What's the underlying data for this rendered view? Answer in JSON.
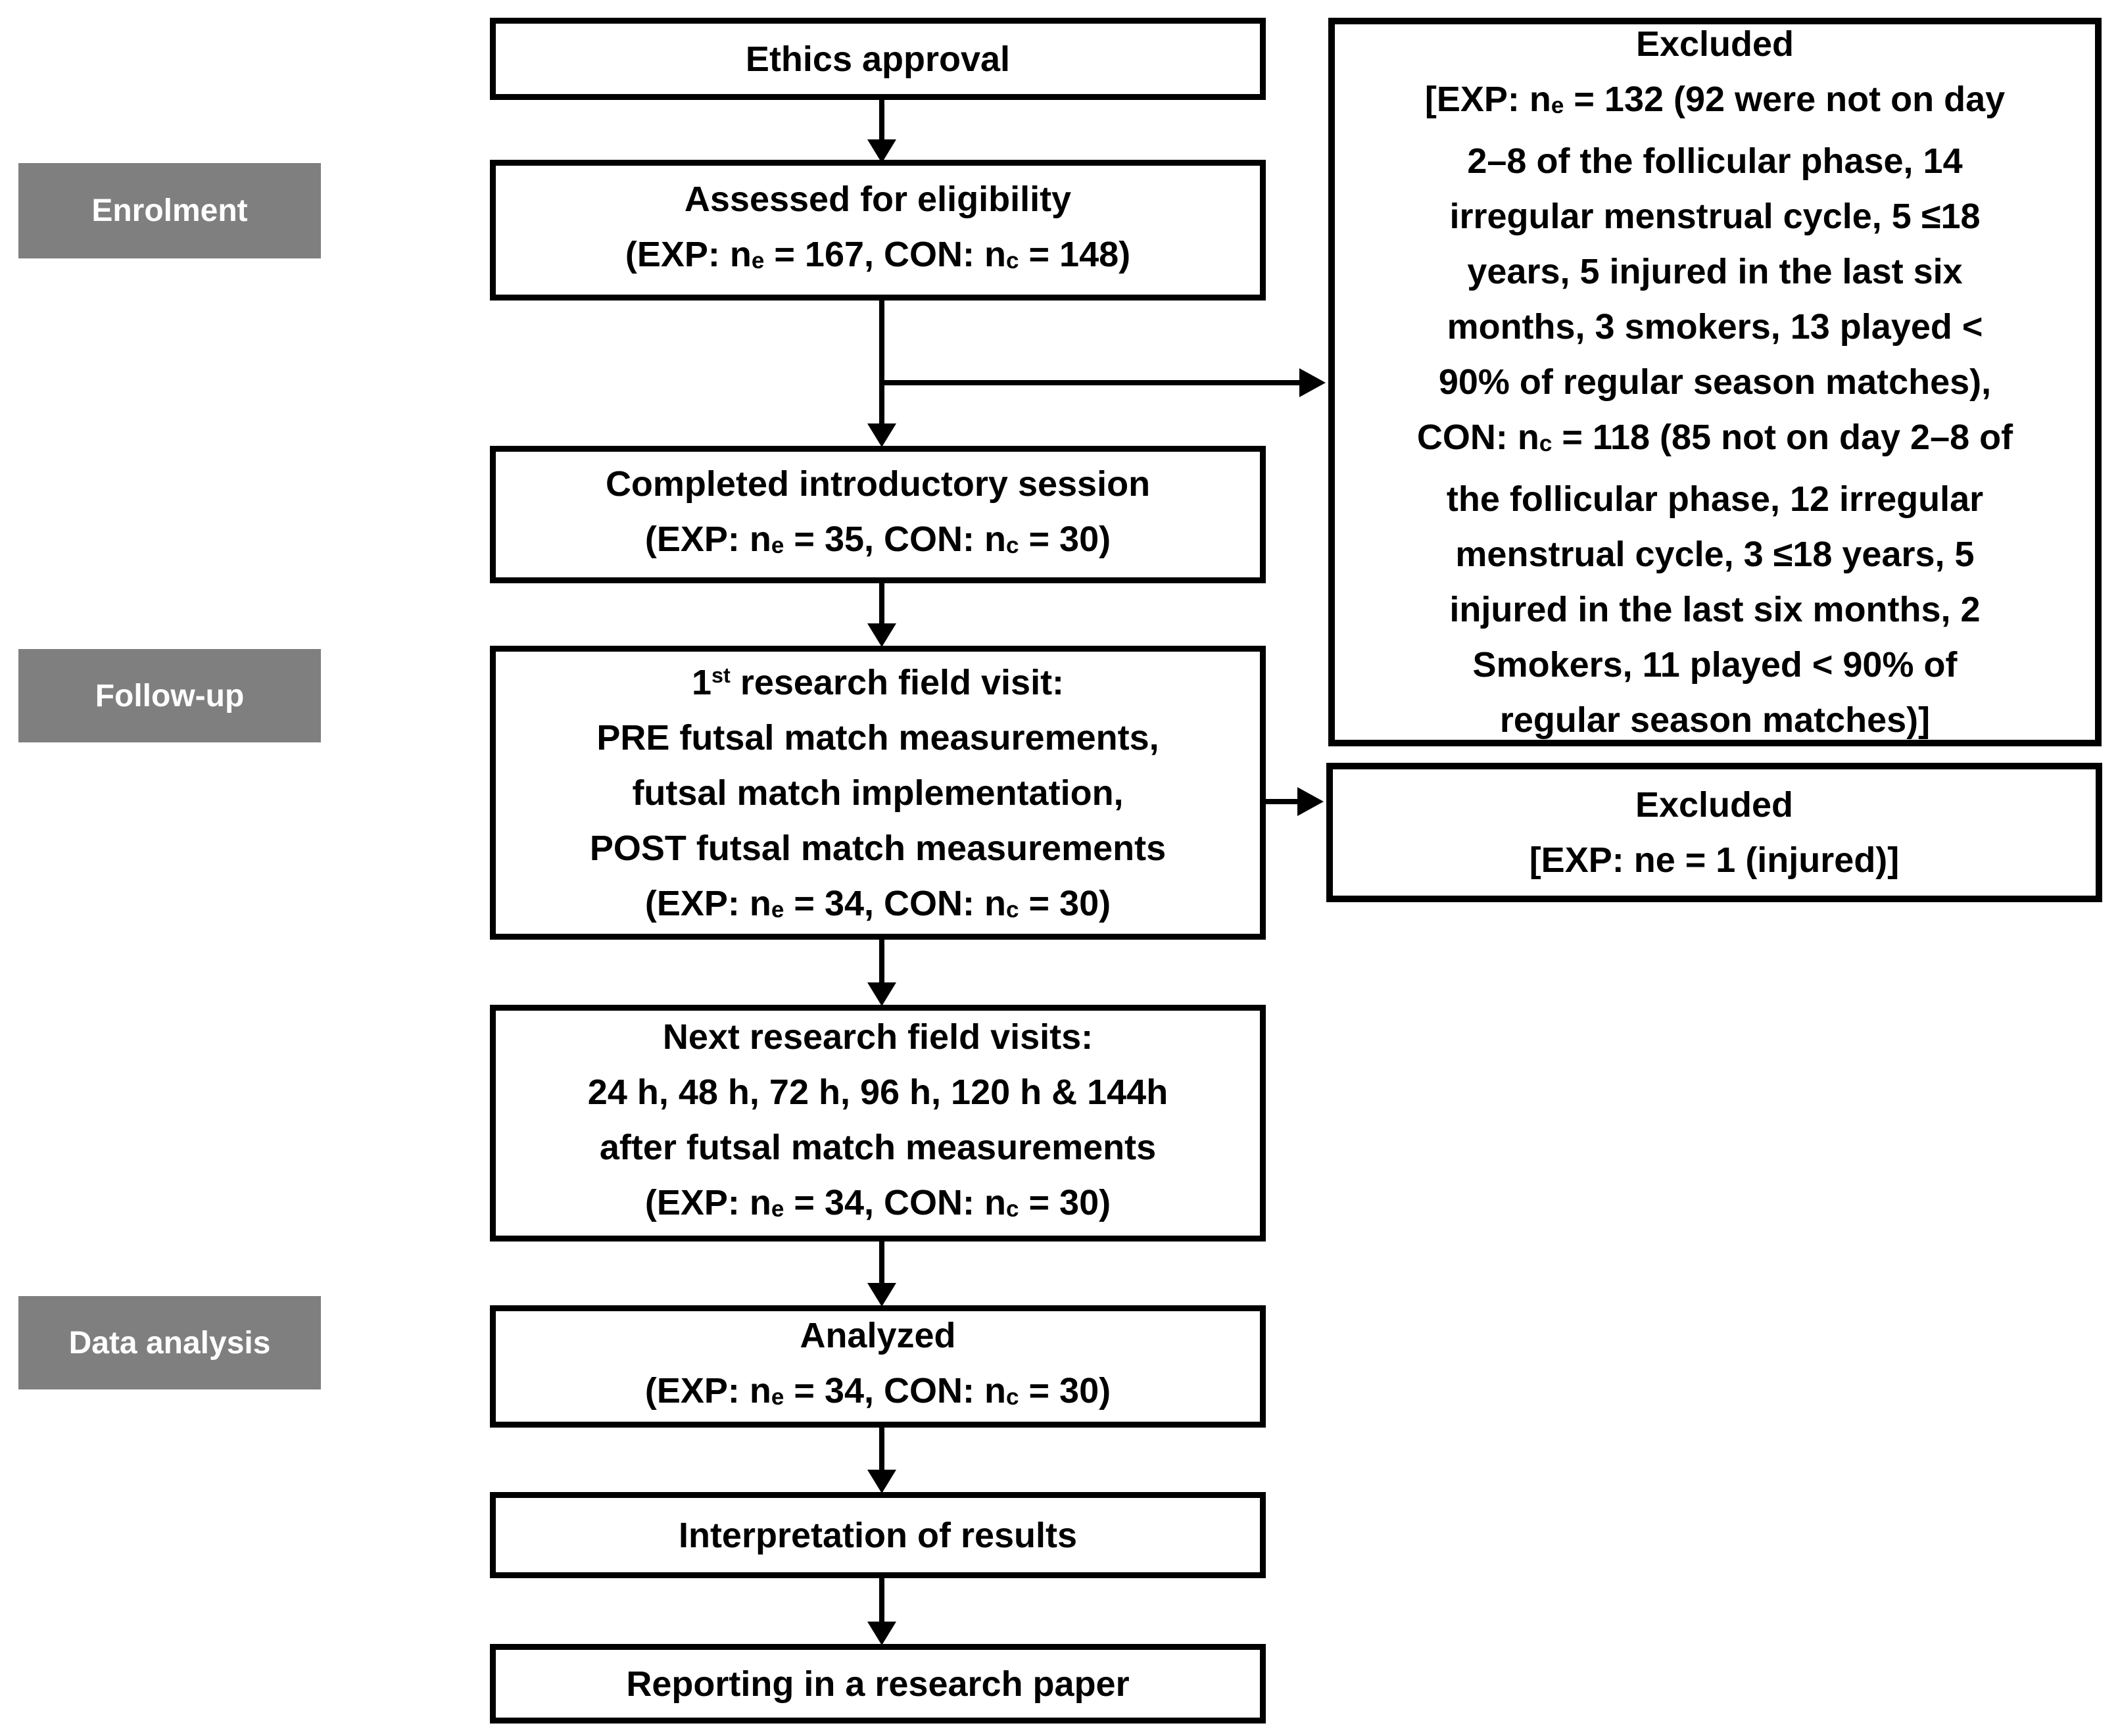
{
  "figure": {
    "type": "participant-flow-diagram"
  },
  "colors": {
    "stage_background": "#7f7f7f",
    "stage_text": "#ffffff",
    "box_background": "#ffffff",
    "box_border": "#000000",
    "text": "#000000"
  },
  "stages": {
    "enrolment": "Enrolment",
    "follow_up": "Follow-up",
    "data_analysis": "Data analysis"
  },
  "boxes": {
    "ethics": {
      "lines": [
        [
          {
            "t": "Ethics approval"
          }
        ]
      ]
    },
    "assessed": {
      "lines": [
        [
          {
            "t": "Assessed for eligibility"
          }
        ],
        [
          {
            "t": "(EXP: n"
          },
          {
            "t": "e",
            "s": "sub"
          },
          {
            "t": " = 167, CON: n"
          },
          {
            "t": "c",
            "s": "sub"
          },
          {
            "t": " = 148)"
          }
        ]
      ]
    },
    "completed": {
      "lines": [
        [
          {
            "t": "Completed introductory session"
          }
        ],
        [
          {
            "t": "(EXP: n"
          },
          {
            "t": "e",
            "s": "sub"
          },
          {
            "t": " = 35, CON: n"
          },
          {
            "t": "c",
            "s": "sub"
          },
          {
            "t": " = 30)"
          }
        ]
      ]
    },
    "first_visit": {
      "lines": [
        [
          {
            "t": "1"
          },
          {
            "t": "st",
            "s": "sup"
          },
          {
            "t": " research field visit:"
          }
        ],
        [
          {
            "t": "PRE futsal match measurements,"
          }
        ],
        [
          {
            "t": "futsal match implementation,"
          }
        ],
        [
          {
            "t": "POST futsal match measurements"
          }
        ],
        [
          {
            "t": "(EXP: n"
          },
          {
            "t": "e",
            "s": "sub"
          },
          {
            "t": " = 34, CON: n"
          },
          {
            "t": "c",
            "s": "sub"
          },
          {
            "t": " = 30)"
          }
        ]
      ]
    },
    "next_visits": {
      "lines": [
        [
          {
            "t": "Next research field visits:"
          }
        ],
        [
          {
            "t": "24 h, 48 h, 72 h, 96 h, 120 h & 144h"
          }
        ],
        [
          {
            "t": "after futsal match measurements"
          }
        ],
        [
          {
            "t": "(EXP: n"
          },
          {
            "t": "e",
            "s": "sub"
          },
          {
            "t": " = 34, CON: n"
          },
          {
            "t": "c",
            "s": "sub"
          },
          {
            "t": " = 30)"
          }
        ]
      ]
    },
    "analyzed": {
      "lines": [
        [
          {
            "t": "Analyzed"
          }
        ],
        [
          {
            "t": "(EXP: n"
          },
          {
            "t": "e",
            "s": "sub"
          },
          {
            "t": " = 34, CON: n"
          },
          {
            "t": "c",
            "s": "sub"
          },
          {
            "t": " = 30)"
          }
        ]
      ]
    },
    "interpretation": {
      "lines": [
        [
          {
            "t": "Interpretation of results"
          }
        ]
      ]
    },
    "reporting": {
      "lines": [
        [
          {
            "t": "Reporting in a research paper"
          }
        ]
      ]
    },
    "excluded_screening": {
      "lines": [
        [
          {
            "t": "Excluded"
          }
        ],
        [
          {
            "t": "[EXP: n"
          },
          {
            "t": "e",
            "s": "sub"
          },
          {
            "t": " = 132 (92 were not on day"
          }
        ],
        [
          {
            "t": "2–8 of the follicular phase, 14"
          }
        ],
        [
          {
            "t": "irregular menstrual cycle, 5 ≤18"
          }
        ],
        [
          {
            "t": "years, 5 injured in the last six"
          }
        ],
        [
          {
            "t": "months, 3 smokers, 13 played <"
          }
        ],
        [
          {
            "t": "90% of regular season matches),"
          }
        ],
        [
          {
            "t": "CON: n"
          },
          {
            "t": "c",
            "s": "sub"
          },
          {
            "t": " = 118 (85 not on day 2–8 of"
          }
        ],
        [
          {
            "t": "the follicular phase, 12 irregular"
          }
        ],
        [
          {
            "t": "menstrual cycle, 3 ≤18 years, 5"
          }
        ],
        [
          {
            "t": "injured in the last six months, 2"
          }
        ],
        [
          {
            "t": "Smokers, 11 played < 90% of"
          }
        ],
        [
          {
            "t": "regular season matches)]"
          }
        ]
      ]
    },
    "excluded_match": {
      "lines": [
        [
          {
            "t": "Excluded"
          }
        ],
        [
          {
            "t": "[EXP: ne = 1 (injured)]"
          }
        ]
      ]
    }
  }
}
